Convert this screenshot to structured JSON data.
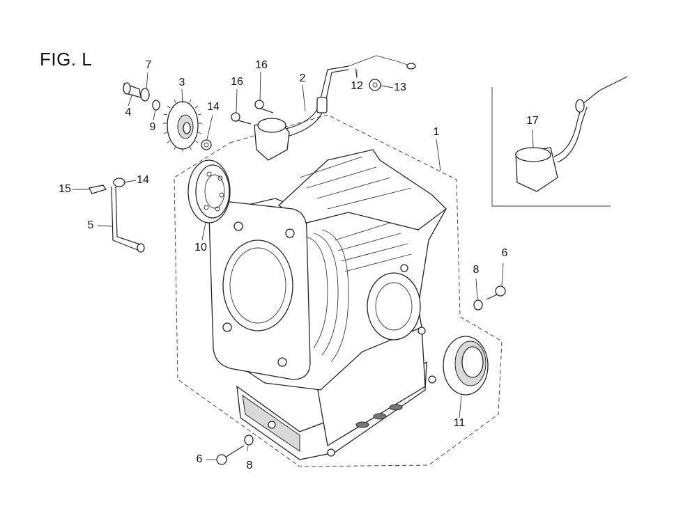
{
  "figure": {
    "title": "FIG. L"
  },
  "callouts": {
    "c1": "1",
    "c2": "2",
    "c3": "3",
    "c4": "4",
    "c5": "5",
    "c6a": "6",
    "c6b": "6",
    "c7": "7",
    "c8a": "8",
    "c8b": "8",
    "c9": "9",
    "c10": "10",
    "c11": "11",
    "c12": "12",
    "c13": "13",
    "c14a": "14",
    "c14b": "14",
    "c15": "15",
    "c16a": "16",
    "c16b": "16",
    "c17": "17"
  }
}
